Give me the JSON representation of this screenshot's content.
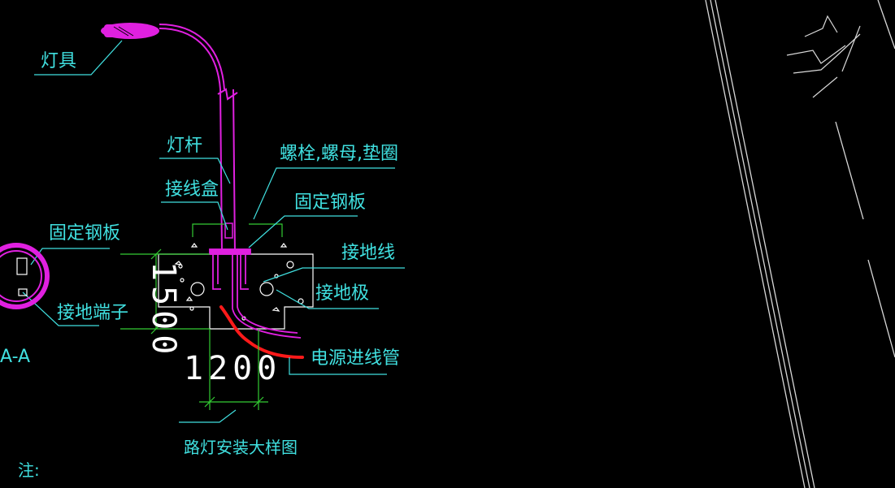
{
  "colors": {
    "background": "#000000",
    "label": "#40e0e0",
    "lamp": "#e020e0",
    "leader": "#40e0e0",
    "dimension": "#33cc33",
    "foundation": "#ffffff",
    "highlight": "#ff1a1a"
  },
  "labels": {
    "fixture": "灯具",
    "pole": "灯杆",
    "junction_box": "接线盒",
    "bolts": "螺栓,螺母,垫圈",
    "fixing_plate_right": "固定钢板",
    "fixing_plate_left": "固定钢板",
    "ground_wire": "接地线",
    "ground_electrode": "接地极",
    "ground_terminal": "接地端子",
    "power_conduit": "电源进线管",
    "section": "A-A",
    "title": "路灯安装大样图",
    "note": "注:"
  },
  "dimensions": {
    "depth": "1500",
    "width": "1200"
  }
}
